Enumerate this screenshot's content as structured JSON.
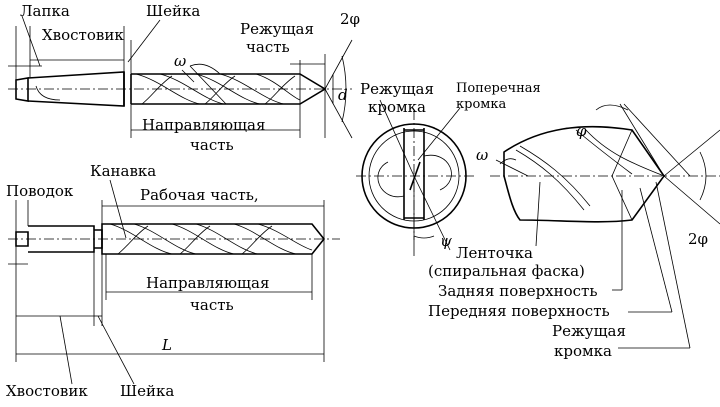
{
  "labels": {
    "lapka": "Лапка",
    "sheyka_top": "Шейка",
    "khvostovik_top": "Хвостовик",
    "rezh_chast_1": "Режущая",
    "rezh_chast_2": "часть",
    "two_phi_top": "2φ",
    "omega_top": "ω",
    "d": "d",
    "napr_top_1": "Направляющая",
    "napr_top_2": "часть",
    "kanavka": "Канавка",
    "povodok": "Поводок",
    "rabochaya": "Рабочая часть,",
    "napr_bot_1": "Направляющая",
    "napr_bot_2": "часть",
    "L": "L",
    "khvostovik_bot": "Хвостовик",
    "sheyka_bot": "Шейка",
    "rezh_kromka_1": "Режущая",
    "rezh_kromka_2": "кромка",
    "poperech_1": "Поперечная",
    "poperech_2": "кромка",
    "psi": "ψ",
    "omega_right": "ω",
    "phi": "φ",
    "two_phi_right": "2φ",
    "lentochka_1": "Ленточка",
    "lentochka_2": "(спиральная фаска)",
    "zadnyaya": "Задняя поверхность",
    "perednyaya": "Передняя поверхность",
    "rezh_kromka_b1": "Режущая",
    "rezh_kromka_b2": "кромка"
  }
}
